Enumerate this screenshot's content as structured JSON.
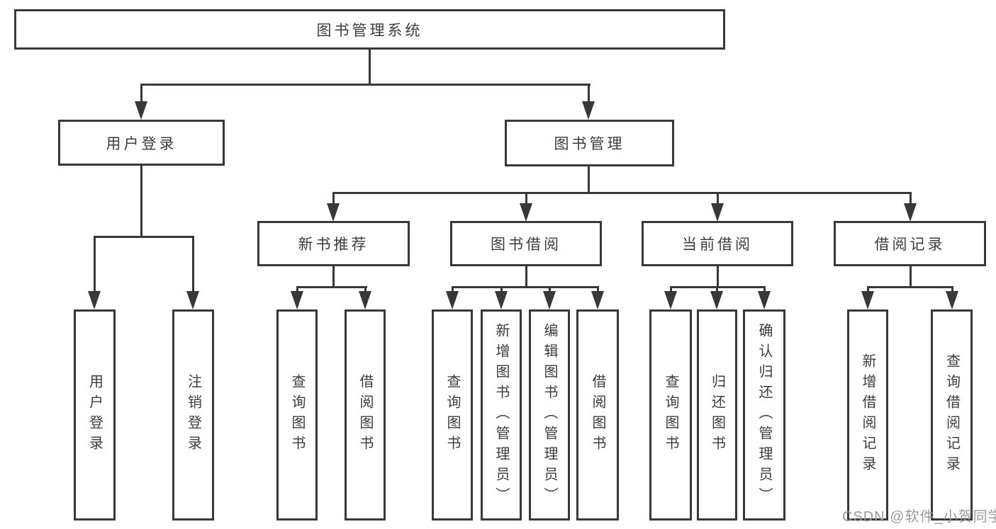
{
  "diagram": {
    "root": {
      "label": "图书管理系统",
      "children": [
        {
          "label": "用户登录",
          "children": [
            {
              "label": "用户登录"
            },
            {
              "label": "注销登录"
            }
          ]
        },
        {
          "label": "图书管理",
          "children": [
            {
              "label": "新书推荐",
              "children": [
                {
                  "label": "查询图书"
                },
                {
                  "label": "借阅图书"
                }
              ]
            },
            {
              "label": "图书借阅",
              "children": [
                {
                  "label": "查询图书"
                },
                {
                  "label": "新增图书（管理员）"
                },
                {
                  "label": "编辑图书（管理员）"
                },
                {
                  "label": "借阅图书"
                }
              ]
            },
            {
              "label": "当前借阅",
              "children": [
                {
                  "label": "查询图书"
                },
                {
                  "label": "归还图书"
                },
                {
                  "label": "确认归还（管理员）"
                }
              ]
            },
            {
              "label": "借阅记录",
              "children": [
                {
                  "label": "新增借阅记录"
                },
                {
                  "label": "查询借阅记录"
                }
              ]
            }
          ]
        }
      ]
    }
  },
  "watermark": {
    "text": "CSDN @软件_小贺同学"
  },
  "colors": {
    "line": "#383838",
    "text": "#3c3c3c",
    "background": "#ffffff",
    "watermark": "#9a9a9a"
  }
}
